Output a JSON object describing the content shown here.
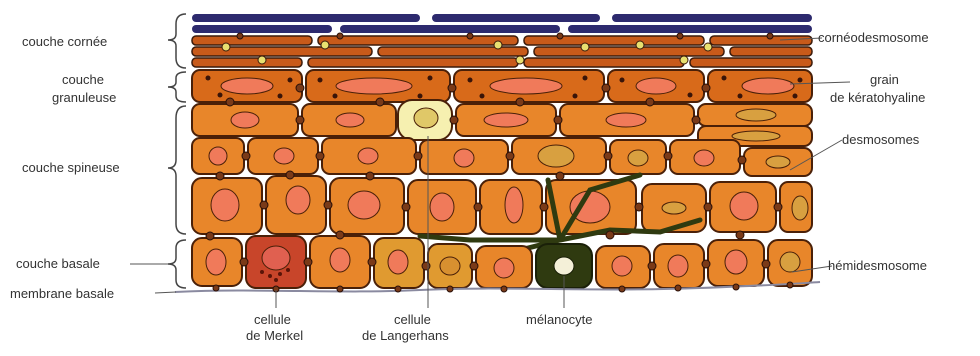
{
  "labels": {
    "left": {
      "cornee": "couche cornée",
      "granuleuse_1": "couche",
      "granuleuse_2": "granuleuse",
      "spineuse": "couche spineuse",
      "basale": "couche basale",
      "membrane": "membrane basale"
    },
    "right": {
      "corneodesmosome": "cornéodesmosome",
      "grain_1": "grain",
      "grain_2": "de kératohyaline",
      "desmosomes": "desmosomes",
      "hemidesmosome": "hémidesmosome"
    },
    "bottom": {
      "merkel_1": "cellule",
      "merkel_2": "de Merkel",
      "langerhans_1": "cellule",
      "langerhans_2": "de Langerhans",
      "melanocyte": "mélanocyte"
    }
  },
  "colors": {
    "corneum": "#2d2a6e",
    "cell_fill": "#e8862a",
    "cell_fill_dark": "#c8601a",
    "nucleus": "#f07a5a",
    "outline": "#5a2a10",
    "melanocyte": "#2f3a10",
    "langerhans": "#f4f0b0",
    "merkel": "#c0402a"
  }
}
